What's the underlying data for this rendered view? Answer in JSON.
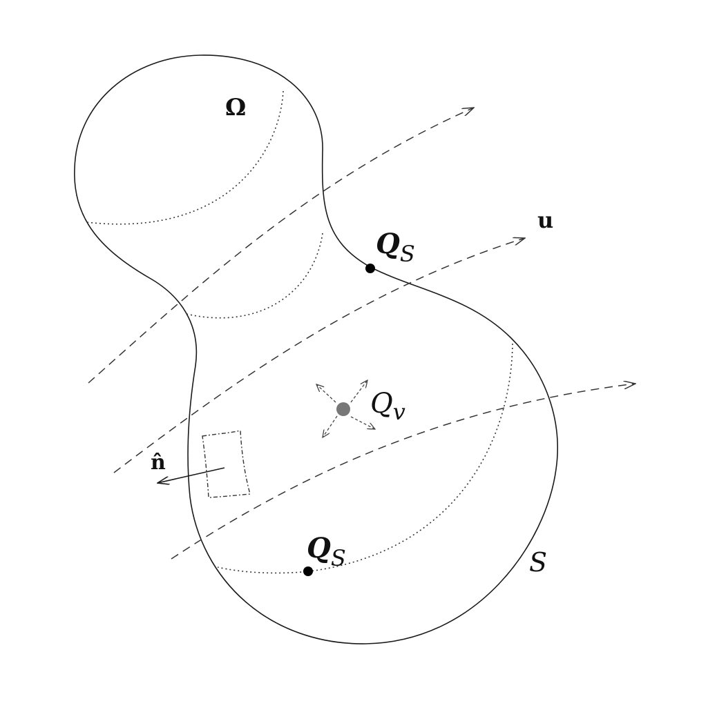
{
  "labels": {
    "region": "Ω",
    "velocity": "u",
    "normal": "n̂",
    "surface": "S",
    "source_upper": {
      "main": "Q",
      "sub": "S"
    },
    "source_lower": {
      "main": "Q",
      "sub": "S"
    },
    "volume_source": {
      "main": "Q",
      "sub": "v"
    }
  },
  "colors": {
    "outline": "#1a1a1a",
    "volume_source": "#777777"
  }
}
